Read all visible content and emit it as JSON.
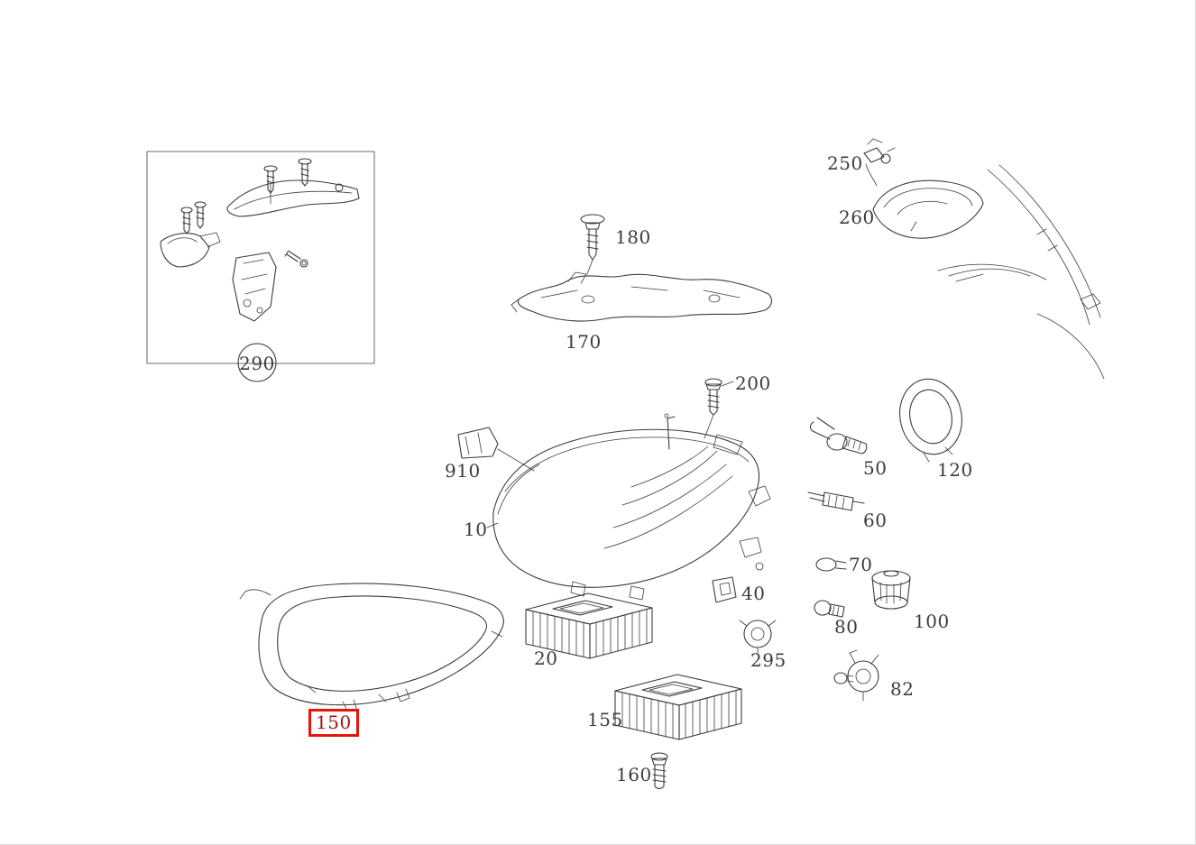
{
  "diagram": {
    "title": "Headlamp exploded parts diagram",
    "background_color": "#ffffff",
    "line_color": "#3c3c3c",
    "highlight_color": "#e8140c",
    "selected_part": "150",
    "parts": [
      {
        "id": "290",
        "label": "290",
        "highlighted": false
      },
      {
        "id": "180",
        "label": "180",
        "highlighted": false
      },
      {
        "id": "170",
        "label": "170",
        "highlighted": false
      },
      {
        "id": "250",
        "label": "250",
        "highlighted": false
      },
      {
        "id": "260",
        "label": "260",
        "highlighted": false
      },
      {
        "id": "200",
        "label": "200",
        "highlighted": false
      },
      {
        "id": "910",
        "label": "910",
        "highlighted": false
      },
      {
        "id": "10",
        "label": "10",
        "highlighted": false
      },
      {
        "id": "50",
        "label": "50",
        "highlighted": false
      },
      {
        "id": "120",
        "label": "120",
        "highlighted": false
      },
      {
        "id": "60",
        "label": "60",
        "highlighted": false
      },
      {
        "id": "70",
        "label": "70",
        "highlighted": false
      },
      {
        "id": "40",
        "label": "40",
        "highlighted": false
      },
      {
        "id": "100",
        "label": "100",
        "highlighted": false
      },
      {
        "id": "80",
        "label": "80",
        "highlighted": false
      },
      {
        "id": "295",
        "label": "295",
        "highlighted": false
      },
      {
        "id": "20",
        "label": "20",
        "highlighted": false
      },
      {
        "id": "155",
        "label": "155",
        "highlighted": false
      },
      {
        "id": "82",
        "label": "82",
        "highlighted": false
      },
      {
        "id": "150",
        "label": "150",
        "highlighted": true
      },
      {
        "id": "160",
        "label": "160",
        "highlighted": false
      }
    ]
  }
}
